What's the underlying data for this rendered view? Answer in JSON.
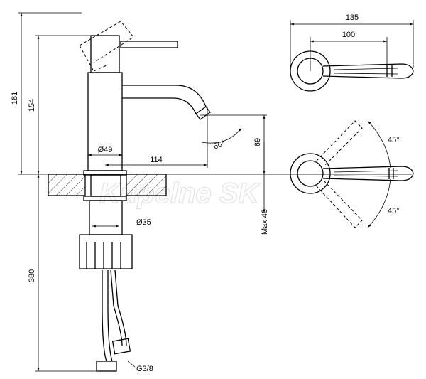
{
  "watermark": "Kupelne SK",
  "dimensions": {
    "height_total": "181",
    "height_spout": "154",
    "depth_base": "380",
    "base_diameter": "Ø49",
    "reach": "114",
    "spout_height": "69",
    "spout_angle": "66°",
    "max_thickness": "Max 40",
    "shank_diameter": "Ø35",
    "thread": "G3/8",
    "top_width": "135",
    "top_inner": "100",
    "rot_up": "45°",
    "rot_down": "45°"
  }
}
